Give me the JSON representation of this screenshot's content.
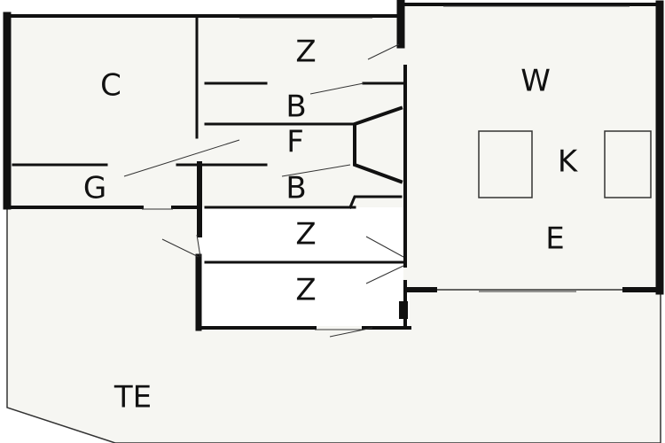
{
  "colors": {
    "background": "#ffffff",
    "floor": "#f6f6f2",
    "wall": "#111111",
    "line": "#333333"
  },
  "rooms": {
    "c": "C",
    "z1": "Z",
    "b1": "B",
    "w": "W",
    "f": "F",
    "k": "K",
    "g": "G",
    "b2": "B",
    "z2": "Z",
    "e": "E",
    "z3": "Z",
    "te": "TE"
  }
}
